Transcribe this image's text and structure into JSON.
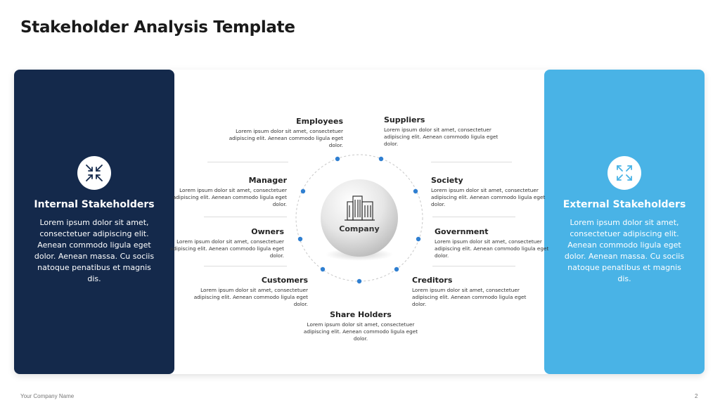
{
  "title": "Stakeholder Analysis Template",
  "internal": {
    "title": "Internal Stakeholders",
    "text": "Lorem ipsum dolor sit amet, consectetuer adipiscing elit. Aenean commodo ligula eget dolor. Aenean massa. Cu sociis natoque penatibus et magnis dis."
  },
  "external": {
    "title": "External Stakeholders",
    "text": "Lorem ipsum dolor sit amet, consectetuer adipiscing elit. Aenean commodo ligula eget dolor. Aenean massa. Cu sociis natoque penatibus et magnis dis."
  },
  "center": {
    "label": "Company"
  },
  "stakeholders": {
    "employees": {
      "name": "Employees",
      "text": "Lorem ipsum dolor sit amet, consectetuer adipiscing elit. Aenean commodo ligula eget dolor."
    },
    "suppliers": {
      "name": "Suppliers",
      "text": "Lorem ipsum dolor sit amet, consectetuer adipiscing elit. Aenean commodo ligula eget dolor."
    },
    "manager": {
      "name": "Manager",
      "text": "Lorem ipsum dolor sit amet, consectetuer adipiscing elit. Aenean commodo ligula eget dolor."
    },
    "society": {
      "name": "Society",
      "text": "Lorem ipsum dolor sit amet, consectetuer adipiscing elit. Aenean commodo ligula eget dolor."
    },
    "owners": {
      "name": "Owners",
      "text": "Lorem ipsum dolor sit amet, consectetuer adipiscing elit. Aenean commodo ligula eget dolor."
    },
    "government": {
      "name": "Government",
      "text": "Lorem ipsum dolor sit amet, consectetuer adipiscing elit. Aenean commodo ligula eget dolor."
    },
    "customers": {
      "name": "Customers",
      "text": "Lorem ipsum dolor sit amet, consectetuer adipiscing elit. Aenean commodo ligula eget dolor."
    },
    "creditors": {
      "name": "Creditors",
      "text": "Lorem ipsum dolor sit amet, consectetuer adipiscing elit. Aenean commodo ligula eget dolor."
    },
    "shareholders": {
      "name": "Share Holders",
      "text": "Lorem ipsum dolor sit amet, consectetuer adipiscing elit. Aenean commodo ligula eget dolor."
    }
  },
  "footer": {
    "company": "Your Company Name",
    "page": "2"
  },
  "colors": {
    "navy": "#14294b",
    "sky": "#49b3e6",
    "dot": "#2f7fd1"
  },
  "icons": {
    "internal": "arrows-inward-icon",
    "external": "arrows-outward-icon",
    "center": "building-icon"
  }
}
